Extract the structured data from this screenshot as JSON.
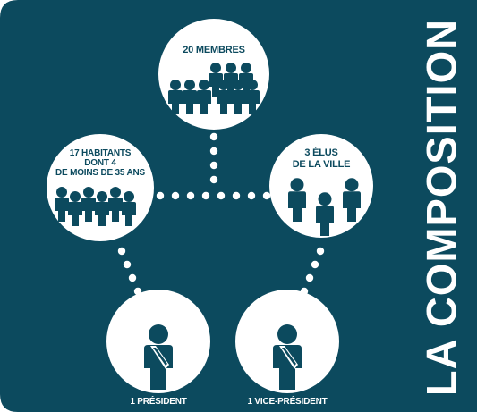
{
  "title": "LA COMPOSITION",
  "colors": {
    "background": "#0c4a5e",
    "foreground": "#ffffff"
  },
  "nodes": {
    "members": {
      "label": "20 MEMBRES"
    },
    "residents": {
      "line1": "17 HABITANTS",
      "line2": "DONT 4",
      "line3": "DE MOINS DE 35 ANS"
    },
    "elected": {
      "line1": "3 ÉLUS",
      "line2": "DE LA VILLE"
    },
    "president": {
      "label": "1 PRÉSIDENT"
    },
    "vice_president": {
      "label": "1 VICE-PRÉSIDENT"
    }
  },
  "icons": {
    "members": "group-of-people-icon",
    "residents": "crowd-icon",
    "elected": "three-people-icon",
    "president": "person-with-sash-icon",
    "vice_president": "person-with-sash-icon"
  }
}
